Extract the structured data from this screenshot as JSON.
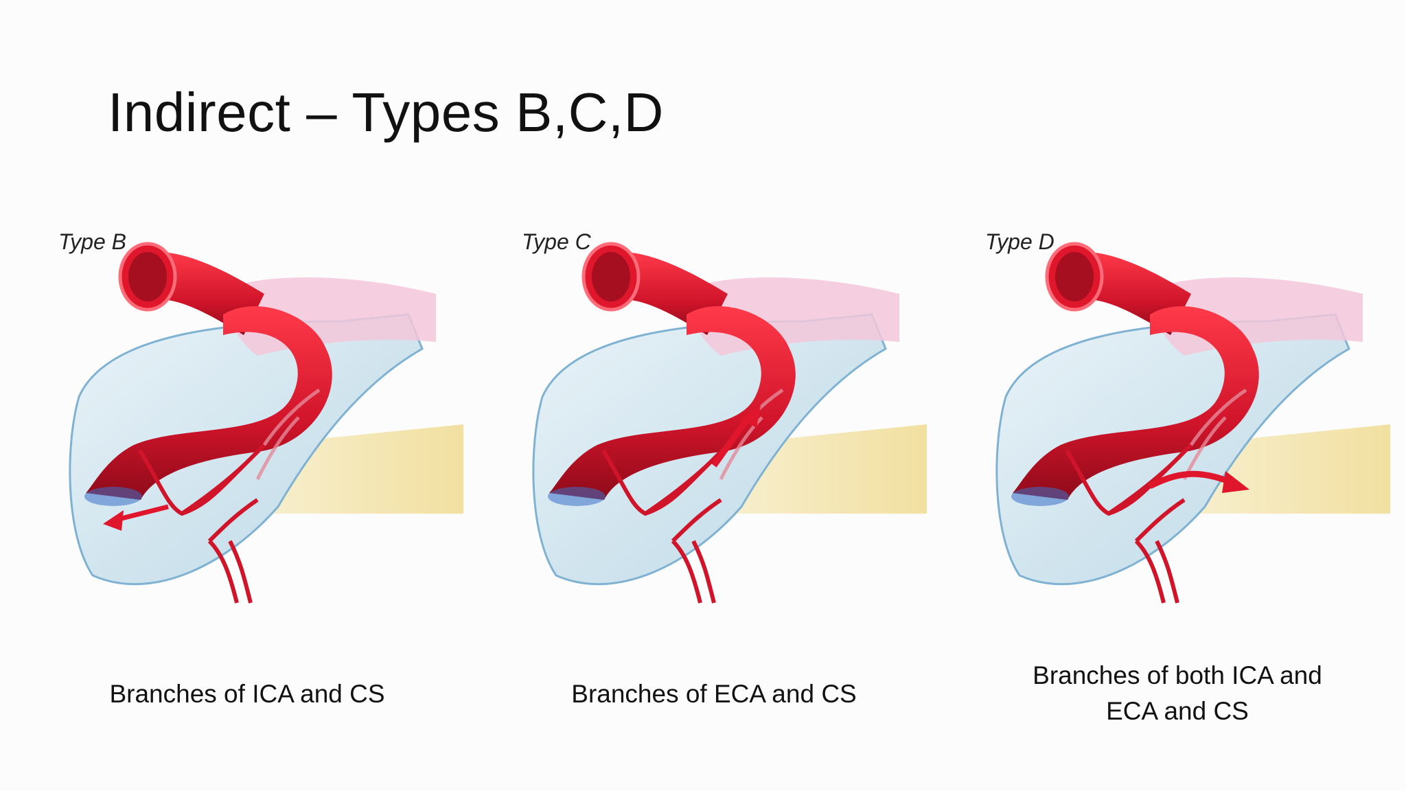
{
  "slide": {
    "title": "Indirect – Types B,C,D"
  },
  "panels": [
    {
      "type_label": "Type B",
      "caption": "Branches of ICA and CS"
    },
    {
      "type_label": "Type C",
      "caption": "Branches of ECA and CS"
    },
    {
      "type_label": "Type D",
      "caption": "Branches of both ICA and ECA and CS"
    }
  ],
  "colors": {
    "artery": "#d0142a",
    "artery_dark": "#8e0b1a",
    "sinus": "#cfe3ee",
    "sinus_edge": "#3a6fc8",
    "dura": "#f3c7d9",
    "bone": "#f2e2a6"
  }
}
